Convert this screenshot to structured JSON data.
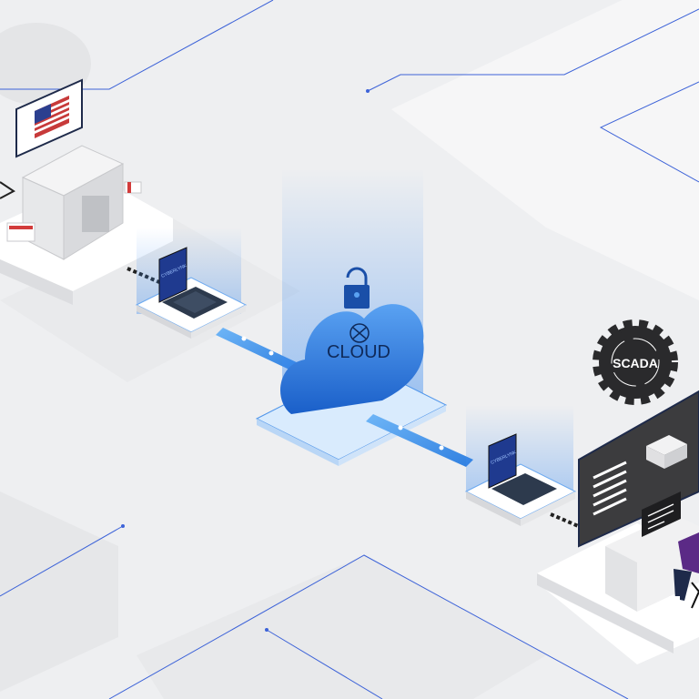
{
  "cloud": {
    "label": "CLOUD"
  },
  "scada": {
    "label": "SCADA"
  },
  "device": {
    "brand": "CYBERLYNK"
  },
  "colors": {
    "background": "#eeeff1",
    "accent_blue": "#1f6fd6",
    "line_blue": "#3d63d8",
    "dark_panel": "#3c3c3e",
    "navy": "#1e2a4a",
    "purple": "#5b2a86"
  }
}
